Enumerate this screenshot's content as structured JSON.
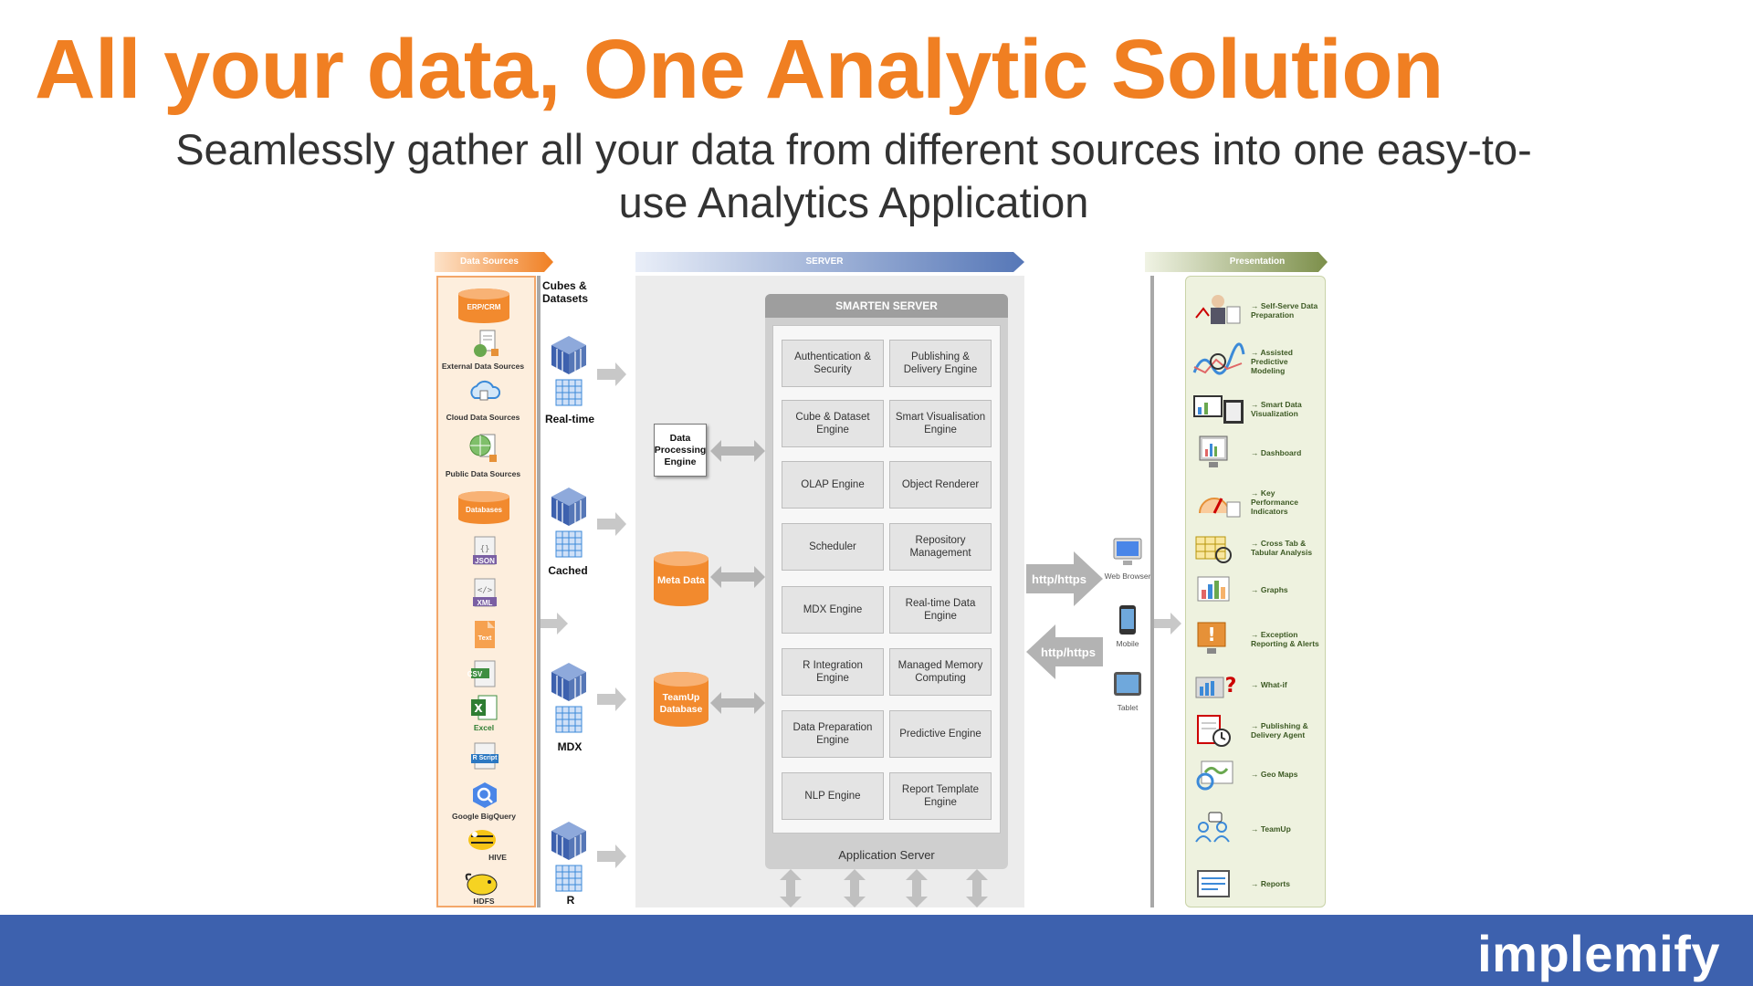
{
  "title": "All your data, One Analytic Solution",
  "subtitle": "Seamlessly gather all your data from different sources into one easy-to-use Analytics Application",
  "brand": "implemify",
  "colors": {
    "title": "#f07f22",
    "footer": "#3d61ae",
    "server_blue": "#5677b7",
    "presentation_green": "#7c8f4a",
    "data_orange": "#f07f22"
  },
  "headers": {
    "data_sources": "Data Sources",
    "server": "SERVER",
    "presentation": "Presentation",
    "cubes": "Cubes & Datasets"
  },
  "data_sources": {
    "erp": "ERP/CRM",
    "external": "External Data Sources",
    "cloud": "Cloud Data Sources",
    "public": "Public Data Sources",
    "databases": "Databases",
    "json": "JSON",
    "xml": "XML",
    "text": "Text",
    "csv": "CSV",
    "excel": "Excel",
    "rscript": "R Script",
    "bigquery": "Google BigQuery",
    "hive": "HIVE",
    "hdfs": "HDFS"
  },
  "cubes": [
    "Real-time",
    "Cached",
    "MDX",
    "R"
  ],
  "server": {
    "data_processing_engine": "Data Processing Engine",
    "meta_data": "Meta Data",
    "teamup_database": "TeamUp Database",
    "smarten_server": "SMARTEN SERVER",
    "application_server": "Application Server",
    "engines": [
      "Authentication & Security",
      "Publishing & Delivery Engine",
      "Cube & Dataset Engine",
      "Smart Visualisation Engine",
      "OLAP Engine",
      "Object Renderer",
      "Scheduler",
      "Repository Management",
      "MDX Engine",
      "Real-time Data Engine",
      "R Integration Engine",
      "Managed Memory Computing",
      "Data Preparation Engine",
      "Predictive Engine",
      "NLP Engine",
      "Report Template Engine"
    ]
  },
  "http": {
    "out": "http/https",
    "in": "http/https"
  },
  "devices": [
    "Web Browser",
    "Mobile",
    "Tablet"
  ],
  "presentation": [
    "Self-Serve Data Preparation",
    "Assisted Predictive Modeling",
    "Smart Data Visualization",
    "Dashboard",
    "Key Performance Indicators",
    "Cross Tab & Tabular Analysis",
    "Graphs",
    "Exception Reporting & Alerts",
    "What-if",
    "Publishing & Delivery Agent",
    "Geo Maps",
    "TeamUp",
    "Reports"
  ]
}
